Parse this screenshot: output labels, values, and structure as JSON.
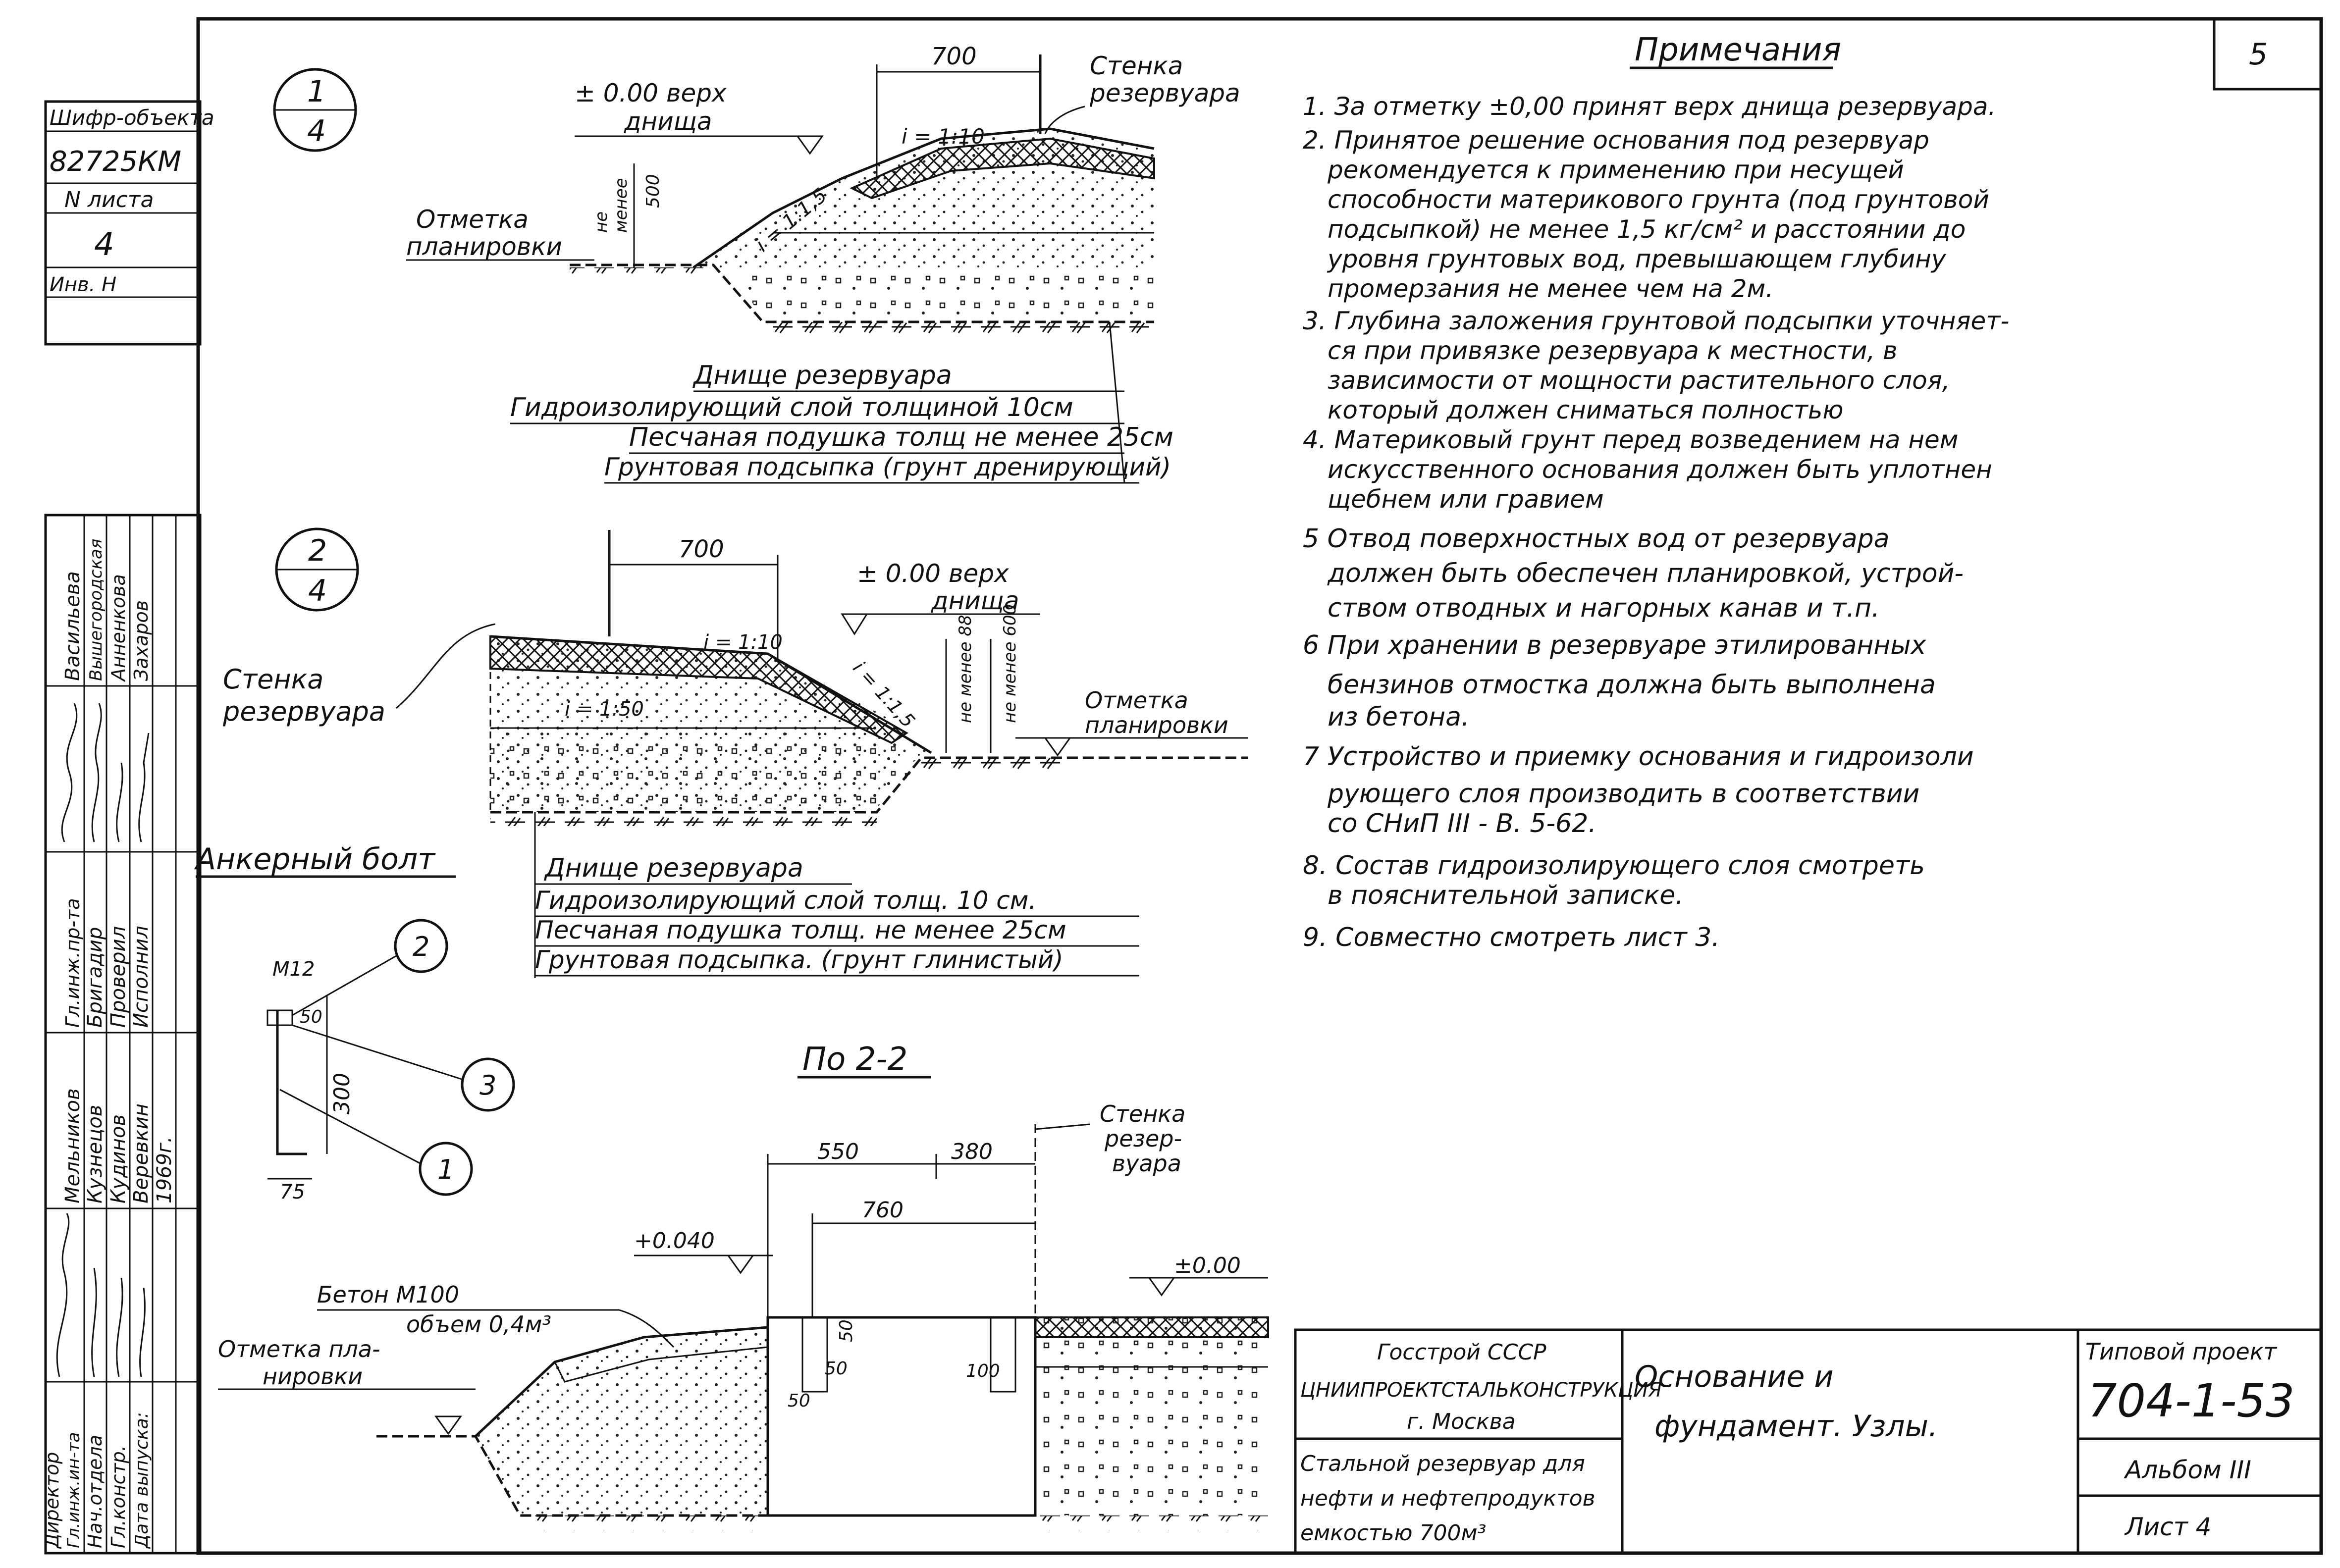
{
  "stamp": {
    "sheet_corner_number": "5",
    "code_label": "Шифр-объекта",
    "code_value": "82725КМ",
    "sheet_no_label": "N листа",
    "sheet_no_value": "4",
    "inv_label": "Инв. Н"
  },
  "signatures": {
    "roles_right": [
      "Гл.инж.пр-та",
      "Бригадир",
      "Проверил",
      "Исполнил"
    ],
    "names_right": [
      "Васильева",
      "Вышегородская",
      "Анненкова",
      "Захаров"
    ],
    "roles_left": [
      "Директор",
      "Гл.инж.ин-та",
      "Нач.отдела",
      "Гл.констр.",
      "Дата выпуска:"
    ],
    "names_left": [
      "Мельников",
      "Кузнецов",
      "Кудинов",
      "Веревкин"
    ],
    "year": "1969г."
  },
  "detail1": {
    "marker_top": "1",
    "marker_bottom": "4",
    "dim_700": "700",
    "zero_mark_line1": "± 0.00 верх",
    "zero_mark_line2": "днища",
    "wall_line1": "Стенка",
    "wall_line2": "резервуара",
    "slope_top": "i = 1:10",
    "slope_side": "i = 1:1,5",
    "depth_label_a": "не",
    "depth_label_b": "менее",
    "depth_value": "500",
    "grade_line1": "Отметка",
    "grade_line2": "планировки",
    "legend": [
      "Днище резервуара",
      "Гидроизолирующий слой толщиной 10см",
      "Песчаная подушка толщ не менее 25см",
      "Грунтовая подсыпка (грунт дренирующий)"
    ]
  },
  "detail2": {
    "marker_top": "2",
    "marker_bottom": "4",
    "dim_700": "700",
    "zero_mark_line1": "± 0.00 верх",
    "zero_mark_line2": "днища",
    "wall_line1": "Стенка",
    "wall_line2": "резервуара",
    "slope_top": "i = 1:10",
    "slope_inner": "i = 1:50",
    "slope_side": "i = 1:1,5",
    "depth_a": "не менее 88",
    "depth_b": "не менее 600",
    "grade_line1": "Отметка",
    "grade_line2": "планировки",
    "legend": [
      "Днище резервуара",
      "Гидроизолирующий слой толщ. 10 см.",
      "Песчаная подушка толщ. не менее 25см",
      "Грунтовая подсыпка. (грунт глинистый)"
    ]
  },
  "anchor": {
    "title": "Анкерный болт",
    "thread": "М12",
    "dim_50": "50",
    "dim_300": "300",
    "dim_75": "75",
    "callouts": [
      "2",
      "3",
      "1"
    ]
  },
  "section": {
    "title": "По 2-2",
    "dim_550": "550",
    "dim_380": "380",
    "dim_760": "760",
    "dim_50a": "50",
    "dim_50b": "50",
    "dim_50c": "50",
    "dim_100": "100",
    "mark_plus": "+0.040",
    "mark_zero": "±0.00",
    "wall_line1": "Стенка",
    "wall_line2": "резер-",
    "wall_line3": "вуара",
    "concrete_line1": "Бетон М100",
    "concrete_line2": "объем 0,4м³",
    "grade_line1": "Отметка пла-",
    "grade_line2": "нировки"
  },
  "notes": {
    "title": "Примечания",
    "items": [
      "1. За отметку ±0,00 принят верх днища резервуара.",
      "2. Принятое решение основания под резервуар",
      "рекомендуется к применению при несущей",
      "способности материкового грунта (под грунтовой",
      "подсыпкой) не менее 1,5 кг/см² и расстоянии до",
      "уровня грунтовых вод, превышающем глубину",
      "промерзания не менее чем на 2м.",
      "3. Глубина заложения грунтовой подсыпки уточняет-",
      "ся при привязке резервуара к местности, в",
      "зависимости от мощности растительного слоя,",
      "который должен сниматься полностью",
      "4. Материковый грунт перед возведением на нем",
      "искусственного основания должен быть уплотнен",
      "щебнем или гравием",
      "5 Отвод поверхностных вод от резервуара",
      "должен быть обеспечен планировкой, устрой-",
      "ством отводных и нагорных канав и т.п.",
      "6 При хранении в резервуаре этилированных",
      "бензинов отмостка должна быть выполнена",
      "из бетона.",
      "7 Устройство и приемку основания и гидроизоли",
      "рующего слоя производить в соответствии",
      "со СНиП III - В. 5-62.",
      "8. Состав гидроизолирующего слоя смотреть",
      "в пояснительной записке.",
      "9. Совместно смотреть лист 3."
    ]
  },
  "titleblock": {
    "org_line1": "Госстрой СССР",
    "org_line2": "ЦНИИПРОЕКТСТАЛЬКОНСТРУКЦИЯ",
    "org_line3": "г. Москва",
    "object_line1": "Стальной резервуар для",
    "object_line2": "нефти и нефтепродуктов",
    "object_line3": "емкостью 700м³",
    "drawing_line1": "Основание и",
    "drawing_line2": "фундамент. Узлы.",
    "project_label": "Типовой проект",
    "project_number": "704-1-53",
    "album": "Альбом III",
    "sheet": "Лист 4"
  }
}
